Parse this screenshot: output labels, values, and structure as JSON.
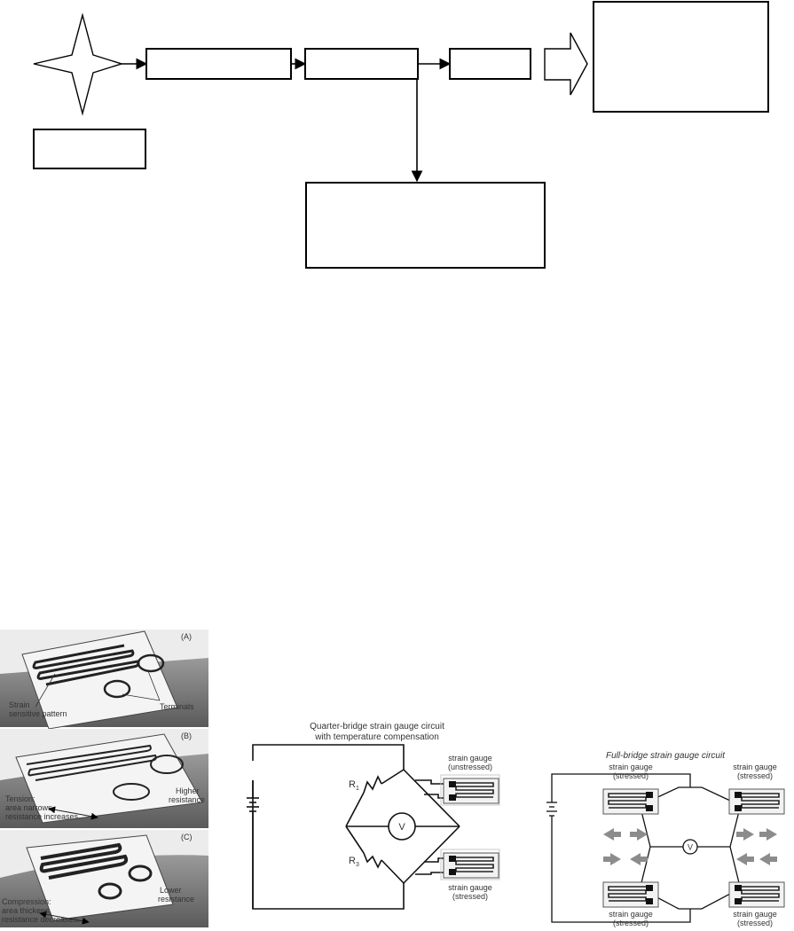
{
  "panel_a": {
    "tag": "(A)",
    "pattern_label_1": "Strain",
    "pattern_label_2": "sensitive pattern",
    "terminals_label": "Terminals"
  },
  "panel_b": {
    "tag": "(B)",
    "tension_1": "Tension:",
    "tension_2": "area narrows,",
    "tension_3": "resistance increases.",
    "higher_1": "Higher",
    "higher_2": "resistance"
  },
  "panel_c": {
    "tag": "(C)",
    "compression_1": "Compression:",
    "compression_2": "area thickens,",
    "compression_3": "resistance decreases.",
    "lower_1": "Lower",
    "lower_2": "resistance"
  },
  "quarter_bridge": {
    "title_1": "Quarter-bridge strain gauge circuit",
    "title_2": "with temperature compensation",
    "r1": "R",
    "r1_sub": "1",
    "r3": "R",
    "r3_sub": "3",
    "meter": "V",
    "gauge_top_1": "strain gauge",
    "gauge_top_2": "(unstressed)",
    "gauge_bottom_1": "strain gauge",
    "gauge_bottom_2": "(stressed)"
  },
  "full_bridge": {
    "title": "Full-bridge strain gauge circuit",
    "meter": "V",
    "gauge_tl_1": "strain gauge",
    "gauge_tl_2": "(stressed)",
    "gauge_tr_1": "strain gauge",
    "gauge_tr_2": "(stressed)",
    "gauge_bl_1": "strain gauge",
    "gauge_bl_2": "(stressed)",
    "gauge_br_1": "strain gauge",
    "gauge_br_2": "(stressed)"
  },
  "colors": {
    "stroke": "#000000",
    "gray_arrow": "#8c8c8c",
    "panel_bg": "#6e6e6e"
  }
}
